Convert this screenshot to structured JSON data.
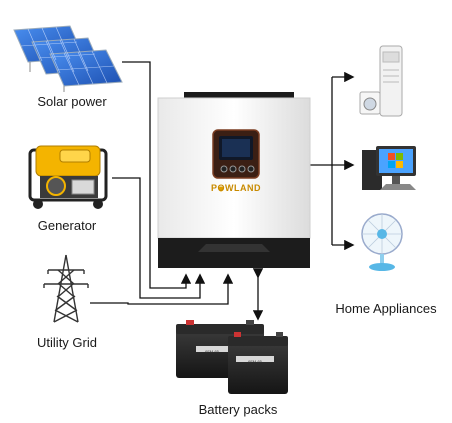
{
  "sources": [
    {
      "id": "solar",
      "label": "Solar power",
      "icon": "solar-panel-icon"
    },
    {
      "id": "generator",
      "label": "Generator",
      "icon": "generator-icon"
    },
    {
      "id": "grid",
      "label": "Utility Grid",
      "icon": "power-pylon-icon"
    }
  ],
  "inverter": {
    "brand": "POWLAND",
    "icon": "inverter-icon"
  },
  "storage": {
    "label": "Battery packs",
    "icon": "battery-icon",
    "battery_text": "6FM-65"
  },
  "loads": {
    "label": "Home Appliances",
    "items": [
      {
        "icon": "air-conditioner-icon"
      },
      {
        "icon": "desktop-computer-icon"
      },
      {
        "icon": "electric-fan-icon"
      }
    ]
  },
  "colors": {
    "line": "#111111",
    "panel": "#2f6fd6",
    "generator": "#f4b400",
    "inverter_body": "#f4f4f4",
    "inverter_base": "#1c1c1c",
    "brand_accent": "#e0a000"
  }
}
